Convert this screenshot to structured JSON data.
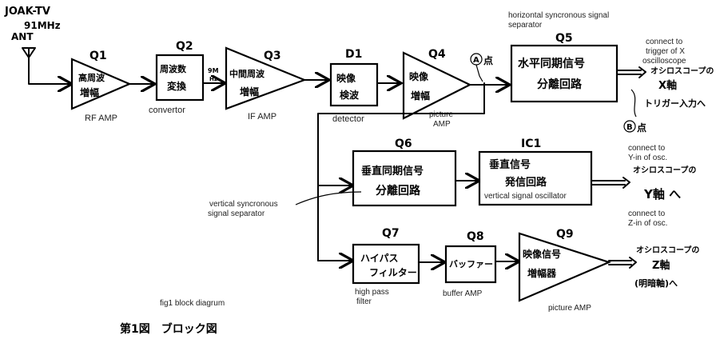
{
  "antenna": {
    "line1": "JOAK-TV",
    "line2": "91MHz",
    "line3": "ANT"
  },
  "blocks": {
    "q1": {
      "id": "Q1",
      "line1": "高周波",
      "line2": "増幅",
      "caption": "RF AMP"
    },
    "q2": {
      "id": "Q2",
      "line1": "周波数",
      "line2": "変換",
      "caption": "convertor"
    },
    "q3": {
      "id": "Q3",
      "line1": "中間周波",
      "line2": "増幅",
      "caption": "IF AMP"
    },
    "d1": {
      "id": "D1",
      "line1": "映像",
      "line2": "検波",
      "caption": "detector"
    },
    "q4": {
      "id": "Q4",
      "line1": "映像",
      "line2": "増幅",
      "caption_line1": "picture",
      "caption_line2": "AMP"
    },
    "q5": {
      "id": "Q5",
      "line1": "水平同期信号",
      "line2": "分離回路",
      "caption_line1": "horizontal syncronous signal",
      "caption_line2": "separator"
    },
    "q6": {
      "id": "Q6",
      "line1": "垂直同期信号",
      "line2": "分離回路",
      "caption_line1": "vertical syncronous",
      "caption_line2": "signal separator"
    },
    "ic1": {
      "id": "IC1",
      "line1": "垂直信号",
      "line2": "発信回路",
      "caption": "vertical signal oscillator"
    },
    "q7": {
      "id": "Q7",
      "line1": "ハイパス",
      "line2": "フィルター",
      "caption_line1": "high pass",
      "caption_line2": "filter"
    },
    "q8": {
      "id": "Q8",
      "line1": "バッファー",
      "caption": "buffer AMP"
    },
    "q9": {
      "id": "Q9",
      "line1": "映像信号",
      "line2": "増幅器",
      "caption": "picture AMP"
    }
  },
  "intermediate_freq": {
    "line1": "9M",
    "line2": "Hz"
  },
  "points": {
    "a": {
      "circle": "A",
      "suffix": "点"
    },
    "b": {
      "circle": "B",
      "suffix": "点"
    }
  },
  "outputs": {
    "x": {
      "en1": "connect to",
      "en2": "trigger of X",
      "en3": "oscilloscope",
      "jp1": "オシロスコープの",
      "jp2": "X軸",
      "jp3": "トリガー入力へ"
    },
    "y": {
      "en1": "connect to",
      "en2": "Y-in of osc.",
      "jp1": "オシロスコープの",
      "jp2": "Y軸 へ"
    },
    "z": {
      "en1": "connect to",
      "en2": "Z-in of osc.",
      "jp1": "オシロスコープの",
      "jp2": "Z軸",
      "jp3": "(明暗軸)へ"
    }
  },
  "footer": {
    "caption": "fig1 block diagrum",
    "title": "第1図　ブロック図"
  }
}
